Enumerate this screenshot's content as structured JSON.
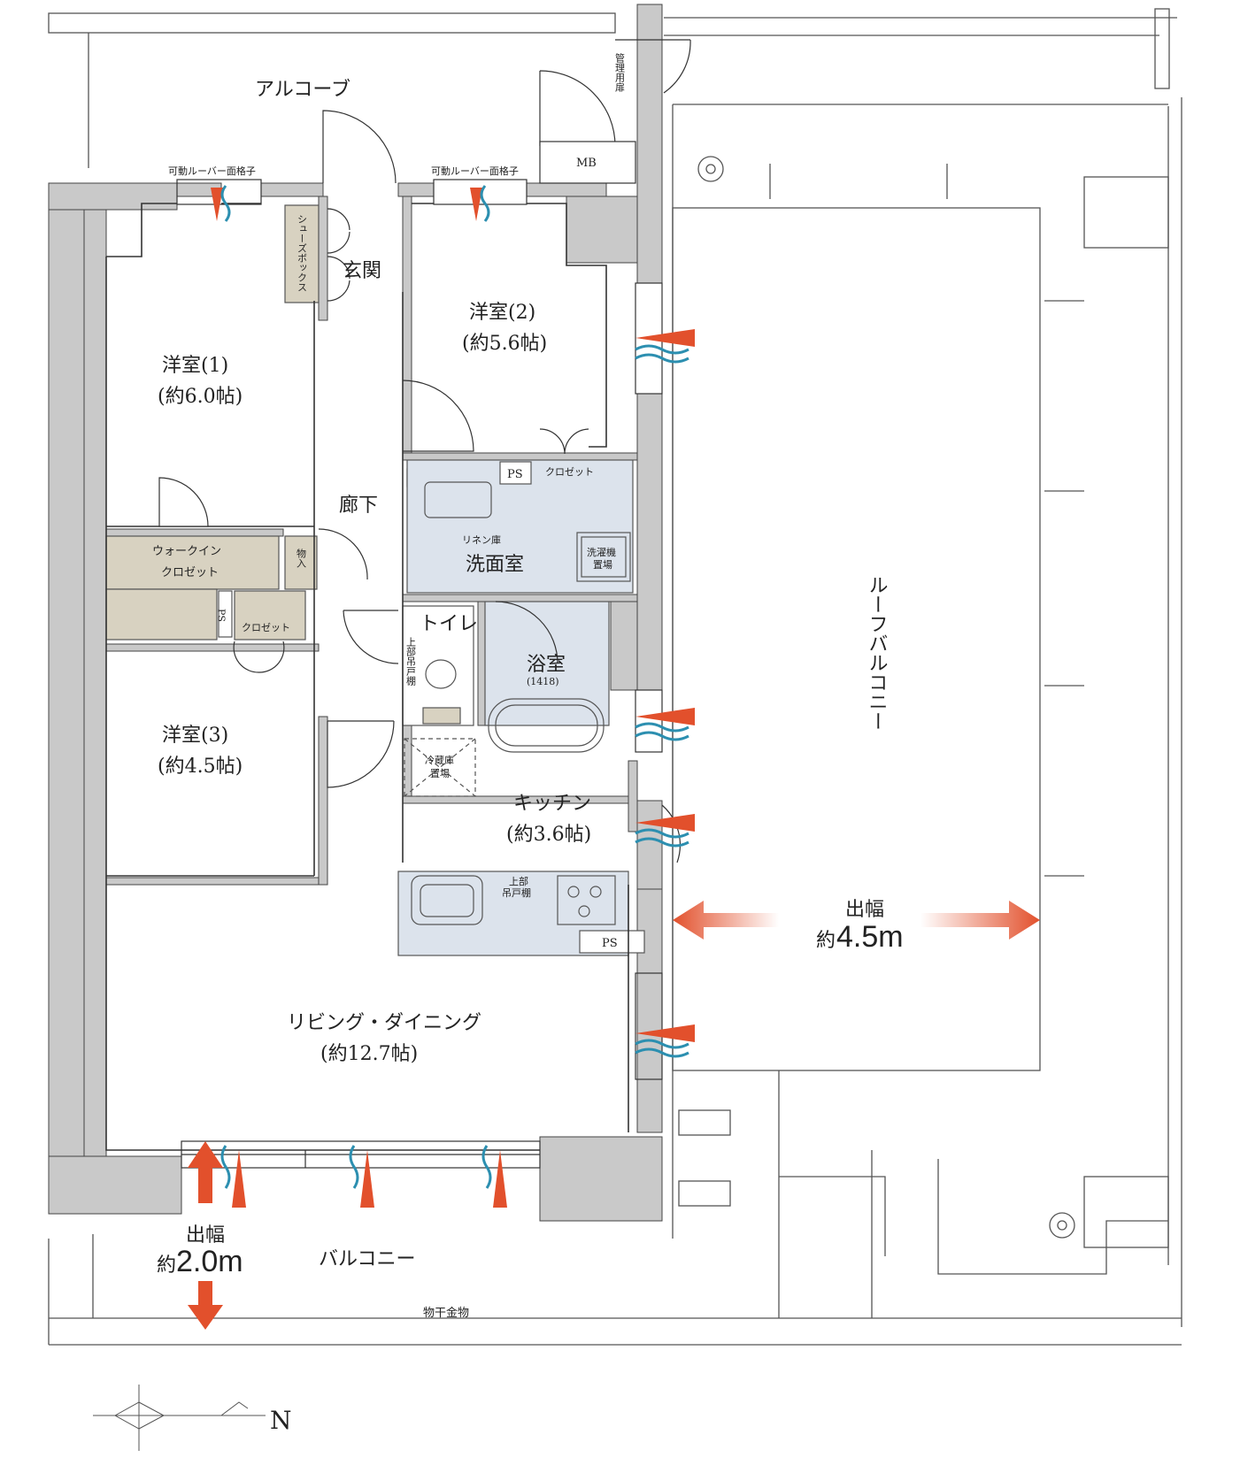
{
  "plan": {
    "alcove": "アルコーブ",
    "louver_left": "可動ルーバー面格子",
    "louver_right": "可動ルーバー面格子",
    "mgmt_door": "管理用扉",
    "mb": "MB",
    "shoe_box": "シューズボックス",
    "entrance": "玄関",
    "room1_name": "洋室(1)",
    "room1_size": "(約6.0帖)",
    "room2_name": "洋室(2)",
    "room2_size": "(約5.6帖)",
    "room3_name": "洋室(3)",
    "room3_size": "(約4.5帖)",
    "hallway": "廊下",
    "ps_top": "PS",
    "ps_mid": "PS",
    "ps_kitchen": "PS",
    "closet_right": "クロゼット",
    "closet_left": "クロゼット",
    "walkin_line1": "ウォークイン",
    "walkin_line2": "クロゼット",
    "storage": "物入",
    "linen": "リネン庫",
    "washroom": "洗面室",
    "washer_line1": "洗濯機",
    "washer_line2": "置場",
    "toilet": "トイレ",
    "upper_cabinet": "上部吊戸棚",
    "bathroom": "浴室",
    "bath_size": "(1418)",
    "fridge_line1": "冷蔵庫",
    "fridge_line2": "置場",
    "kitchen_name": "キッチン",
    "kitchen_size": "(約3.6帖)",
    "kitchen_upper_line1": "上部",
    "kitchen_upper_line2": "吊戸棚",
    "living_name": "リビング・ダイニング",
    "living_size": "(約12.7帖)",
    "roof_balcony": "ルーフバルコニー",
    "roof_depth_label": "出幅",
    "roof_depth_prefix": "約",
    "roof_depth_value": "4.5m",
    "balcony": "バルコニー",
    "balcony_depth_label": "出幅",
    "balcony_depth_prefix": "約",
    "balcony_depth_value": "2.0m",
    "drying_hardware": "物干金物",
    "compass_letter": "N"
  },
  "colors": {
    "wall": "#c9c9c9",
    "storage_fill": "#d8d2c1",
    "wet_fill": "#dce3ec",
    "arrow": "#e2502c",
    "wind": "#2c8fb0",
    "line": "#333333"
  }
}
